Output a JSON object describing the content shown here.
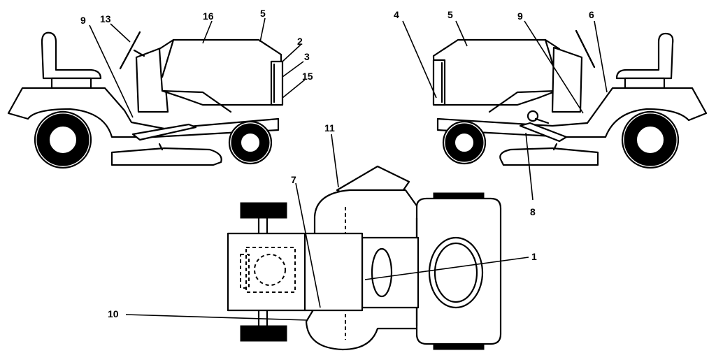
{
  "callouts": {
    "c1": "1",
    "c2": "2",
    "c3": "3",
    "c4": "4",
    "c5a": "5",
    "c5b": "5",
    "c6": "6",
    "c7": "7",
    "c8": "8",
    "c9a": "9",
    "c9b": "9",
    "c10": "10",
    "c11": "11",
    "c13": "13",
    "c15": "15",
    "c16": "16"
  }
}
